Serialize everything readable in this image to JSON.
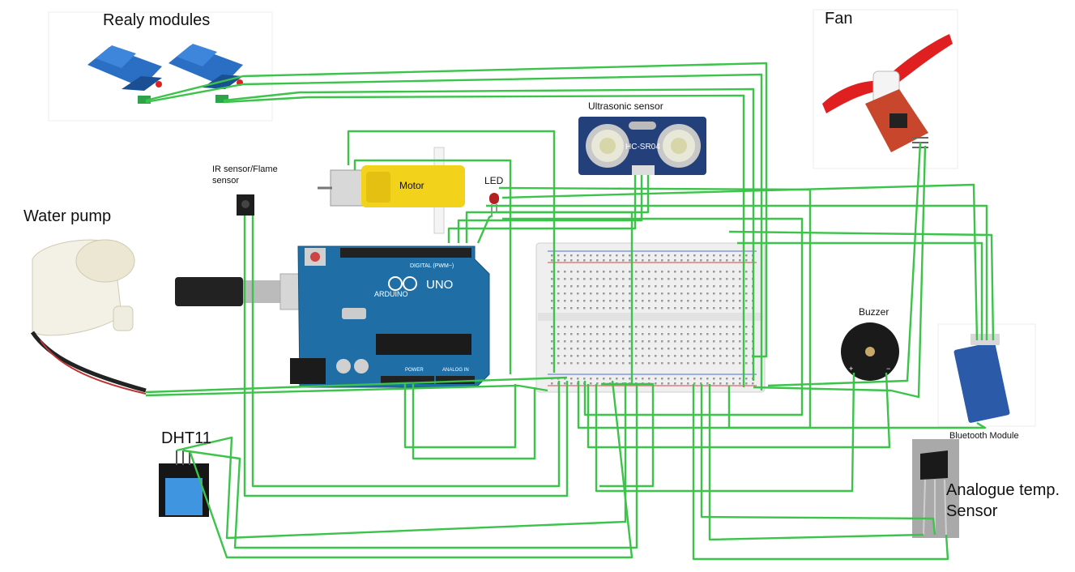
{
  "components": {
    "relay": "Realy modules",
    "fan": "Fan",
    "ultrasonic": "Ultrasonic sensor",
    "ultrasonic_model": "HC-SR04",
    "ir": "IR sensor/Flame sensor",
    "motor": "Motor",
    "led": "LED",
    "pump": "Water pump",
    "buzzer": "Buzzer",
    "bluetooth": "Bluetooth Module",
    "dht": "DHT11",
    "temp": "Analogue temp. Sensor"
  },
  "arduino": {
    "brand": "ARDUINO",
    "model": "UNO",
    "digital": "DIGITAL (PWM~)",
    "power": "POWER",
    "analog": "ANALOG IN"
  },
  "colors": {
    "wire": "#3cc34a",
    "board": "#1f6fa6",
    "relay": "#2b6fc4",
    "sensor_pcb": "#24407a",
    "motor": "#f2d21b",
    "fan_blade": "#e02020",
    "dht_body": "#3f95e0"
  }
}
